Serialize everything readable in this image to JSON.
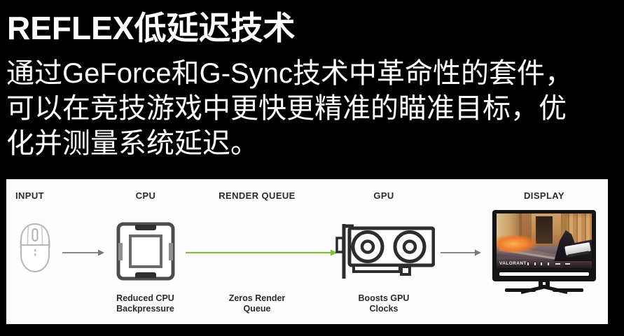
{
  "colors": {
    "background": "#000000",
    "panel": "#fdfdfd",
    "heading_text": "#ffffff",
    "label_text": "#2b2b2b",
    "arrow_gray": "#7a7a7a",
    "nvidia_green": "#81c13e"
  },
  "header": {
    "title": "REFLEX低延迟技术",
    "body_line1": "通过GeForce和G-Sync技术中革命性的套件，",
    "body_line2": "可以在竞技游戏中更快更精准的瞄准目标，优",
    "body_line3": "化并测量系统延迟。"
  },
  "pipeline": {
    "labels": {
      "input": "INPUT",
      "cpu": "CPU",
      "render_queue": "RENDER QUEUE",
      "gpu": "GPU",
      "display": "DISPLAY"
    },
    "captions": {
      "cpu_line1": "Reduced CPU",
      "cpu_line2": "Backpressure",
      "render_queue_line1": "Zeros Render",
      "render_queue_line2": "Queue",
      "gpu_line1": "Boosts GPU",
      "gpu_line2": "Clocks"
    },
    "display_screen": {
      "game_title": "VALORANT"
    },
    "icons": {
      "input": "mouse-icon",
      "cpu": "cpu-chip-icon",
      "gpu": "gpu-card-icon",
      "display": "monitor-icon",
      "flow": "arrow-right-icon"
    }
  }
}
